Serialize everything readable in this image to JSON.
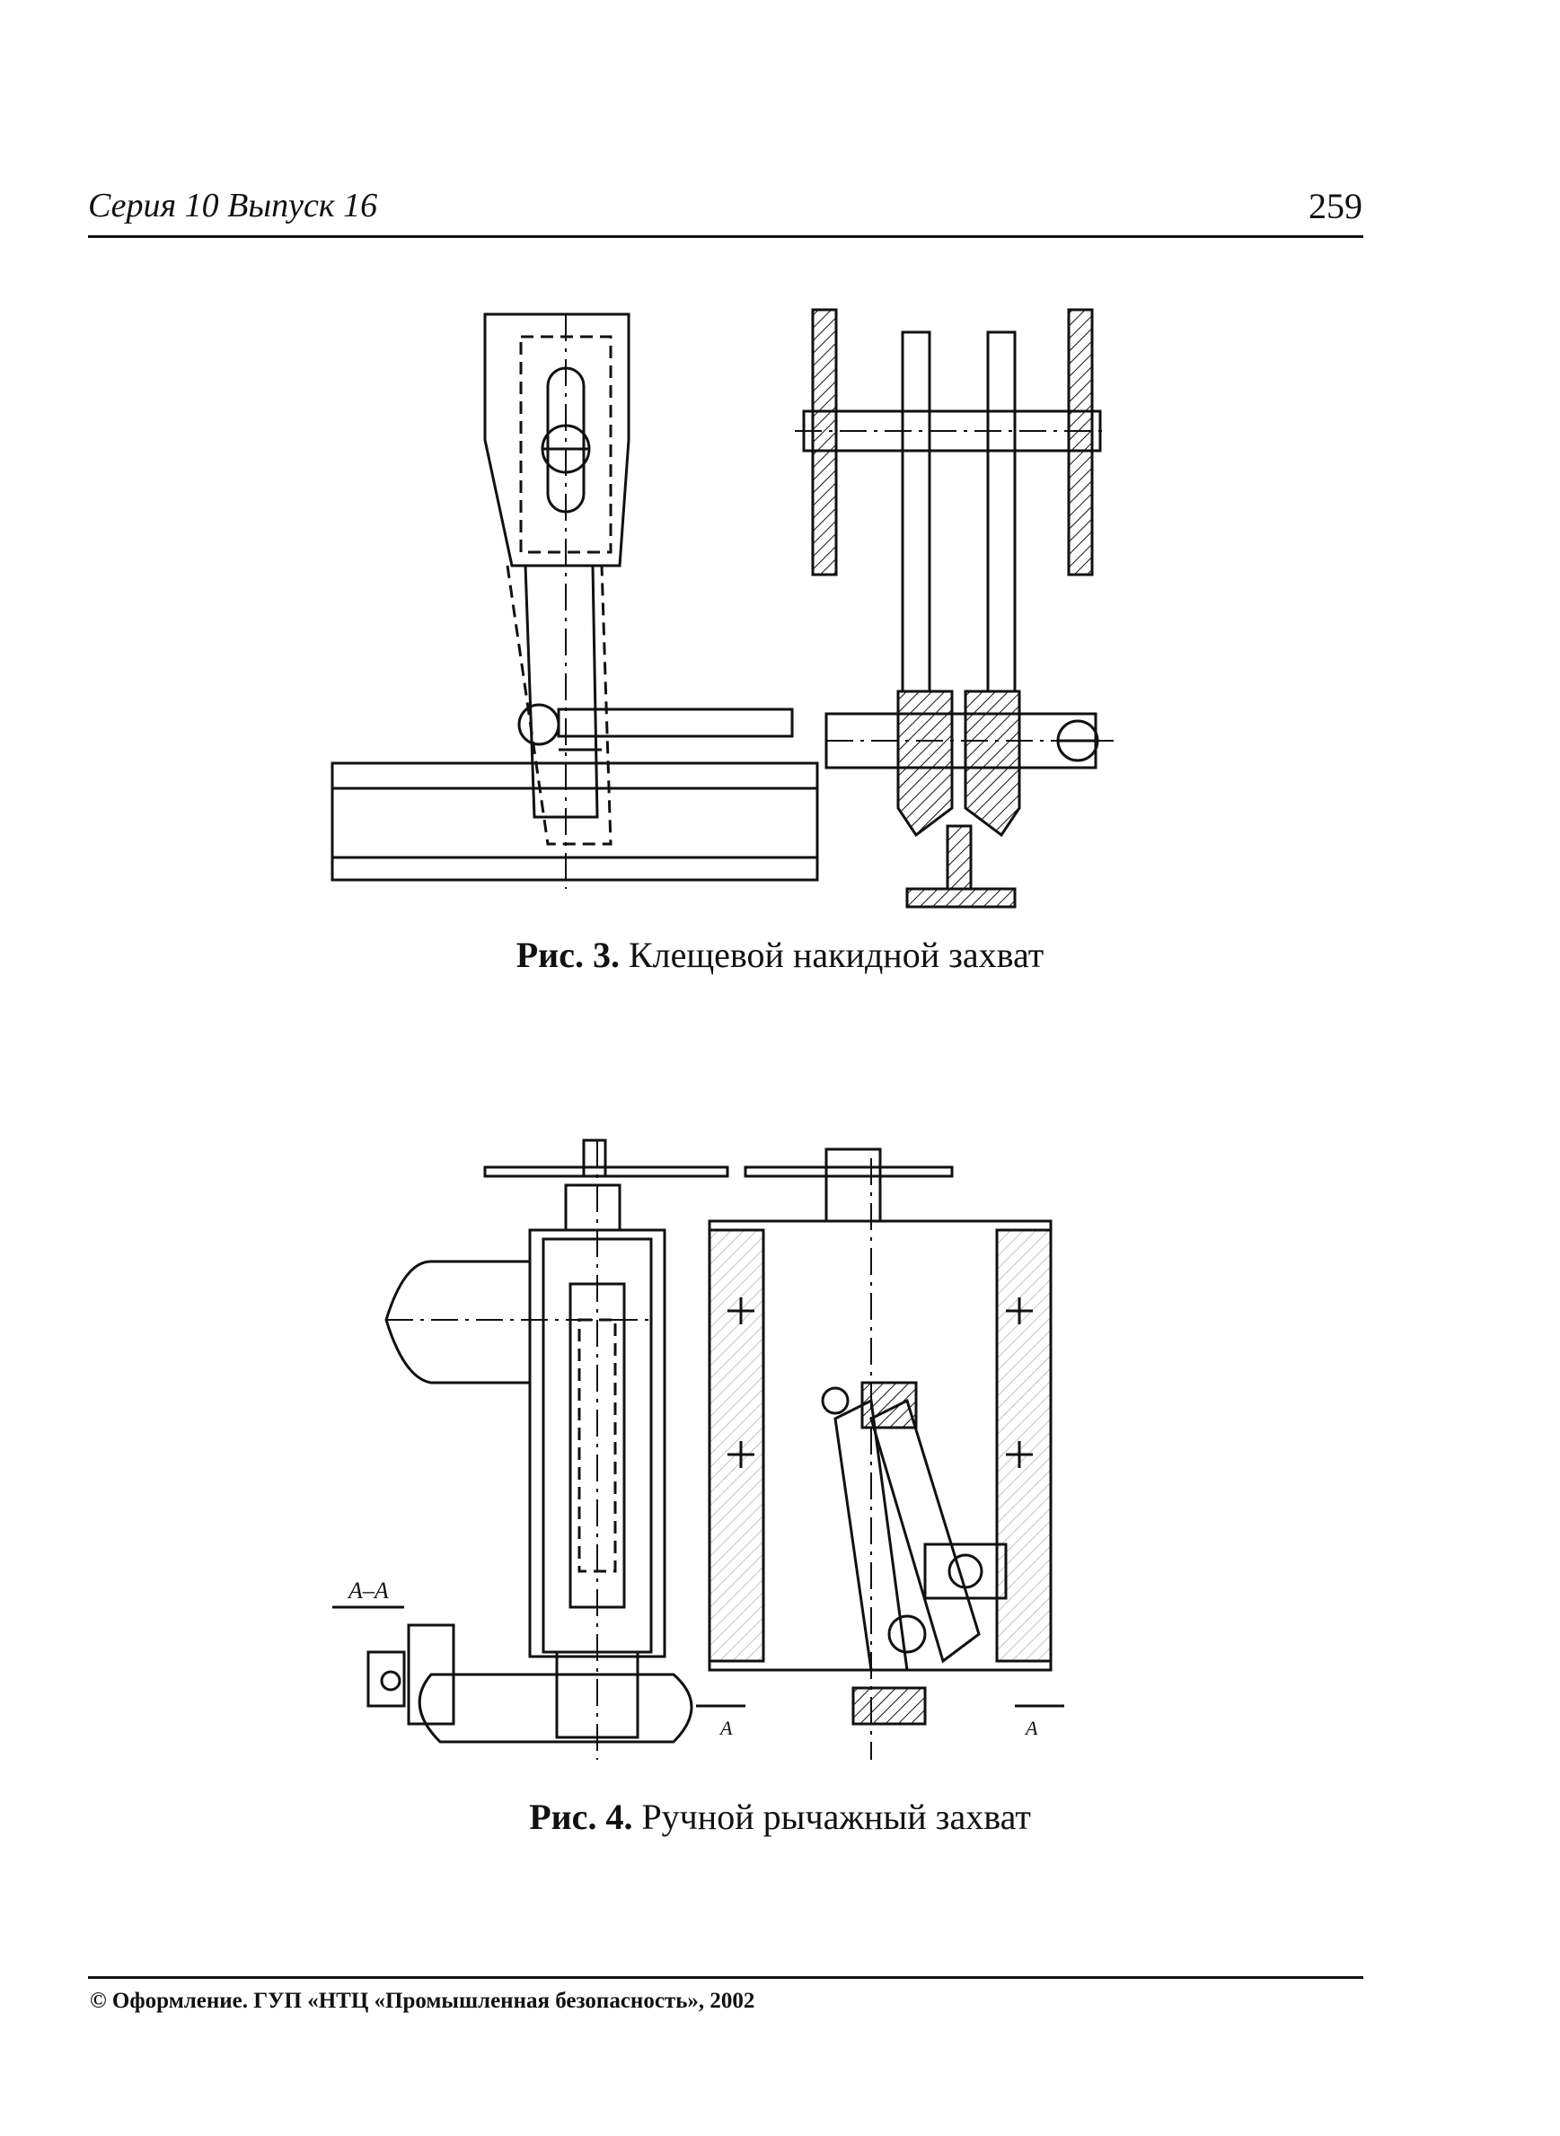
{
  "header": {
    "series": "Серия 10  Выпуск 16",
    "page_number": "259"
  },
  "figures": [
    {
      "number_label": "Рис. 3.",
      "title": "Клещевой накидной захват"
    },
    {
      "number_label": "Рис. 4.",
      "title": "Ручной рычажный захват",
      "section_label": "А–А",
      "marker_left": "А",
      "marker_right": "А"
    }
  ],
  "footer": {
    "text": "© Оформление. ГУП «НТЦ «Промышленная безопасность», 2002"
  }
}
